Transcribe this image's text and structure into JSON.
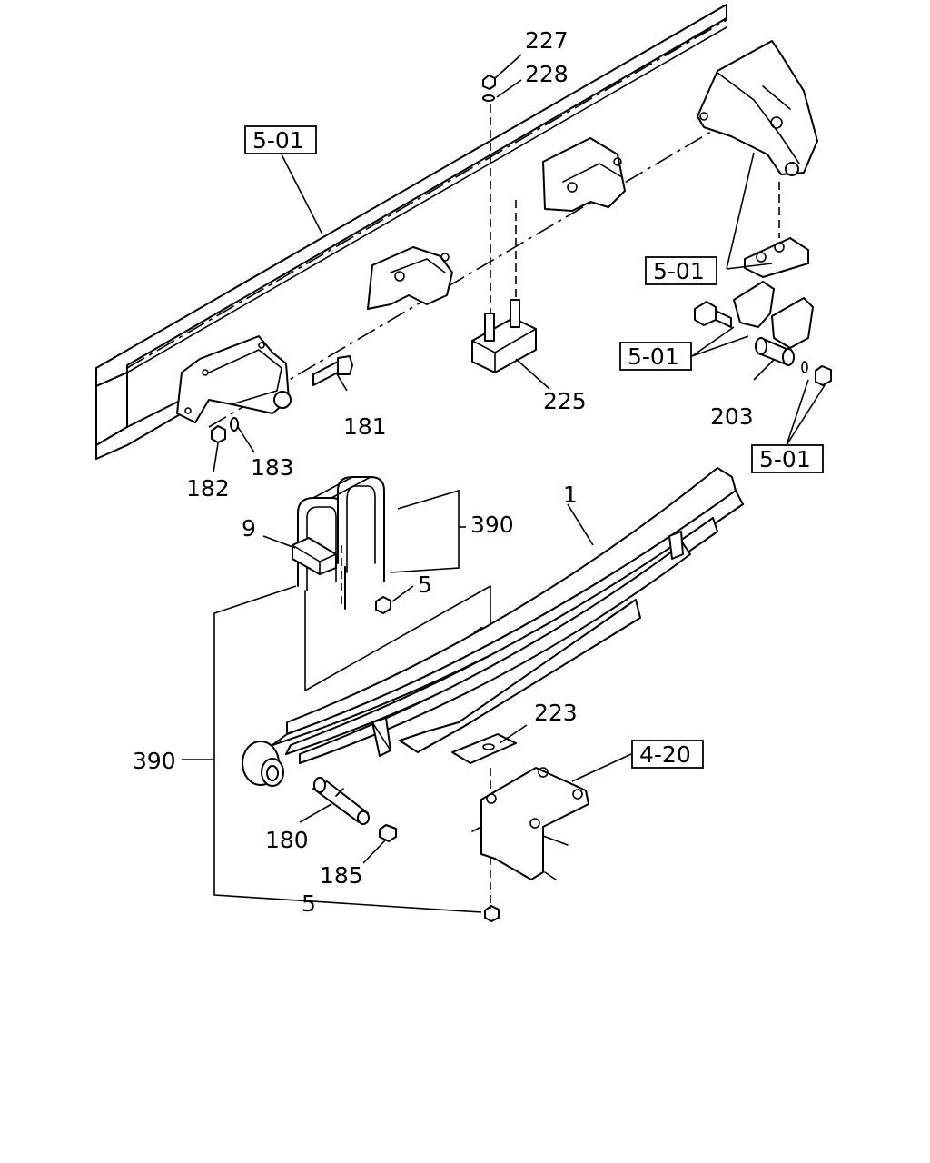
{
  "labels": {
    "n227": "227",
    "n228": "228",
    "n181": "181",
    "n182": "182",
    "n183": "183",
    "n225": "225",
    "n203": "203",
    "n9": "9",
    "n390a": "390",
    "n5a": "5",
    "n1": "1",
    "n390b": "390",
    "n223": "223",
    "n180": "180",
    "n185": "185",
    "n5b": "5"
  },
  "refs": {
    "r501a": "5-01",
    "r501b": "5-01",
    "r501c": "5-01",
    "r501d": "5-01",
    "r420": "4-20"
  },
  "colors": {
    "line": "#000000",
    "background": "#ffffff"
  }
}
